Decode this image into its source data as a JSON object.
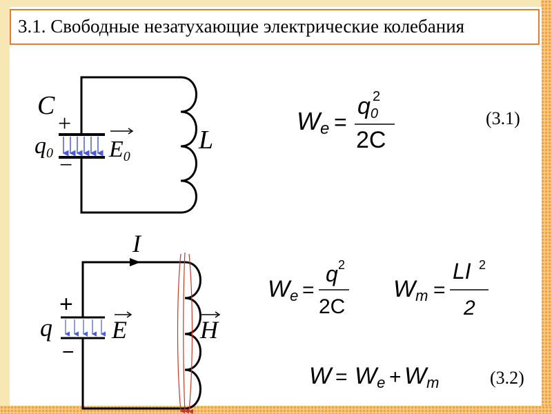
{
  "title": "3.1. Свободные незатухающие электрические колебания",
  "circuit1": {
    "capacitor_label": "C",
    "charge_label": "q",
    "charge_sub": "0",
    "plus": "+",
    "minus": "−",
    "field_label": "E",
    "field_sub": "0",
    "inductor_label": "L"
  },
  "circuit2": {
    "current_label": "I",
    "charge_label": "q",
    "plus": "+",
    "minus": "−",
    "field_label": "E",
    "magnetic_label": "H"
  },
  "equations": {
    "eq1": {
      "lhs": "W",
      "lhs_sub": "e",
      "equals": "=",
      "num": "q",
      "num_sub": "0",
      "num_sup": "2",
      "den": "2C",
      "number": "(3.1)"
    },
    "eq_we": {
      "lhs": "W",
      "lhs_sub": "e",
      "equals": "=",
      "num": "q",
      "num_sup": "2",
      "den": "2C"
    },
    "eq_wm": {
      "lhs": "W",
      "lhs_sub": "m",
      "equals": "=",
      "num": "LI",
      "num_sup": "2",
      "den": "2"
    },
    "eq_total": {
      "w": "W",
      "equals": "=",
      "w1": "W",
      "w1_sub": "e",
      "plus": "+",
      "w2": "W",
      "w2_sub": "m",
      "number": "(3.2)"
    }
  },
  "colors": {
    "accent": "#e07f2e",
    "field_arrow": "#4a5bd6",
    "magnetic_line": "#c0392b"
  }
}
